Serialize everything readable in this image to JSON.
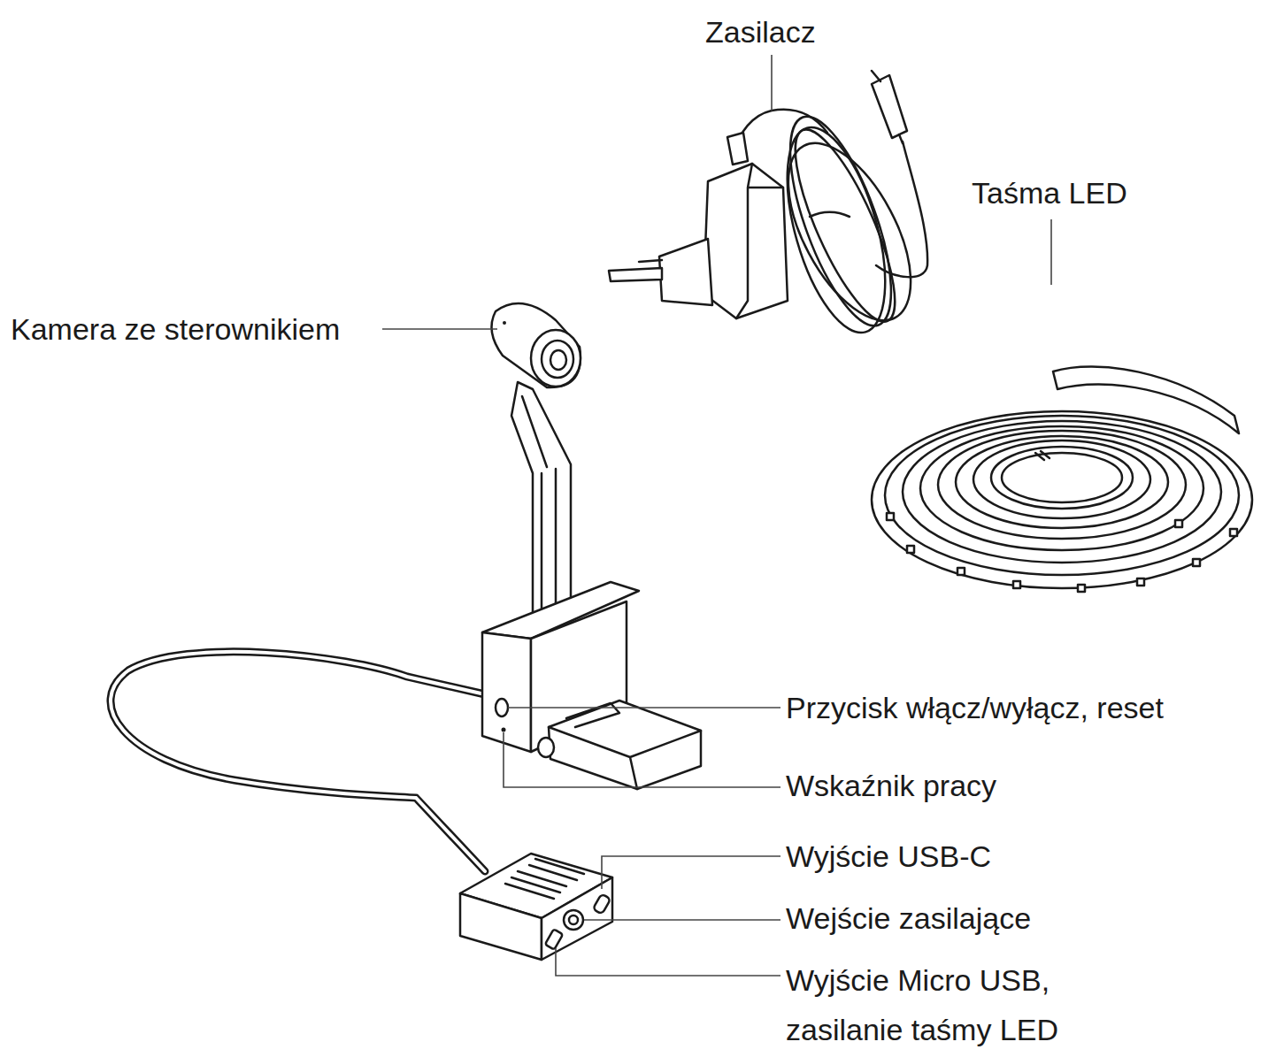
{
  "diagram": {
    "labels": [
      "Zasilacz",
      "Taśma LED",
      "Kamera ze sterownikiem",
      "Przycisk włącz/wyłącz, reset",
      "Wskaźnik pracy",
      "Wyjście USB-C",
      "Wejście zasilające",
      "Wyjście Micro USB, zasilanie taśmy LED"
    ]
  }
}
